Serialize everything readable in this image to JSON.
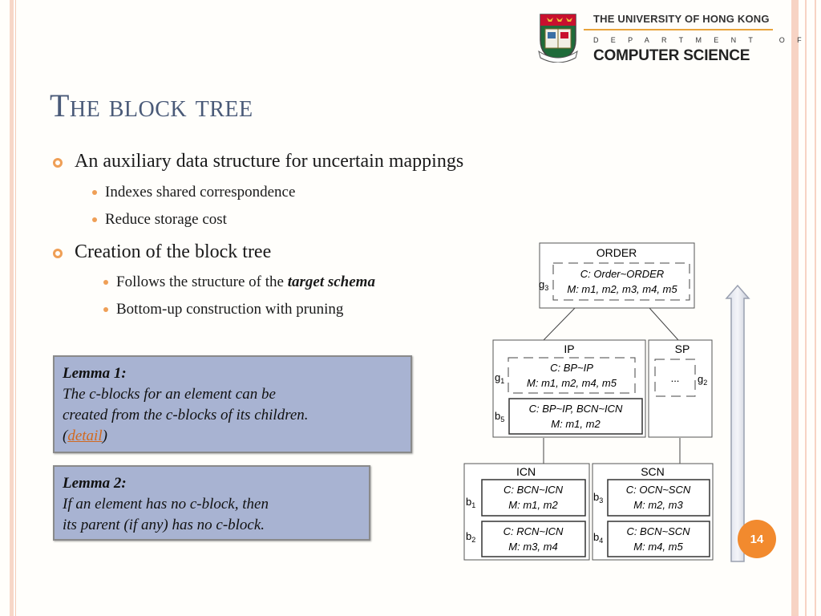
{
  "header": {
    "university": "THE UNIVERSITY OF HONG KONG",
    "department_line": "DEPARTMENT OF",
    "department_name": "COMPUTER SCIENCE"
  },
  "title": "The block tree",
  "bullets": [
    {
      "text": "An auxiliary data structure for uncertain mappings",
      "sub": [
        "Indexes shared correspondence",
        "Reduce storage cost"
      ]
    },
    {
      "text": "Creation of the block tree",
      "sub_1_prefix": "Follows the structure of the ",
      "sub_1_emph": "target schema",
      "sub_2": "Bottom-up construction with pruning"
    }
  ],
  "lemma1": {
    "heading": "Lemma 1:",
    "line1": "The c-blocks for an element can be",
    "line2": "created from the c-blocks of its children.",
    "open_paren": "(",
    "link": "detail",
    "close_paren": ")"
  },
  "lemma2": {
    "heading": "Lemma 2:",
    "line1": "If an element has no c-block, then",
    "line2": "its parent (if any) has no c-block."
  },
  "page_number": "14",
  "diagram": {
    "order": {
      "name": "ORDER",
      "g": "g",
      "gsub": "3",
      "c": "C: Order~ORDER",
      "m": "M: m1, m2, m3, m4, m5"
    },
    "ip": {
      "name": "IP",
      "g": "g",
      "gsub": "1",
      "c": "C: BP~IP",
      "m": "M: m1, m2, m4, m5",
      "b": "b",
      "bsub": "5",
      "c2": "C: BP~IP, BCN~ICN",
      "m2": "M: m1, m2"
    },
    "sp": {
      "name": "SP",
      "g": "g",
      "gsub": "2",
      "c": "..."
    },
    "icn": {
      "name": "ICN",
      "b1": "b",
      "b1sub": "1",
      "c1": "C: BCN~ICN",
      "m1": "M: m1, m2",
      "b2": "b",
      "b2sub": "2",
      "c2": "C: RCN~ICN",
      "m2": "M: m3, m4"
    },
    "scn": {
      "name": "SCN",
      "b3": "b",
      "b3sub": "3",
      "c3": "C: OCN~SCN",
      "m3": "M: m2, m3",
      "b4": "b",
      "b4sub": "4",
      "c4": "C: BCN~SCN",
      "m4": "M: m4, m5"
    }
  },
  "colors": {
    "accent": "#ef9f56",
    "title": "#4a5a78",
    "lemma_bg": "#a8b3d2",
    "page_badge": "#f28a2e",
    "link": "#d2691e"
  }
}
